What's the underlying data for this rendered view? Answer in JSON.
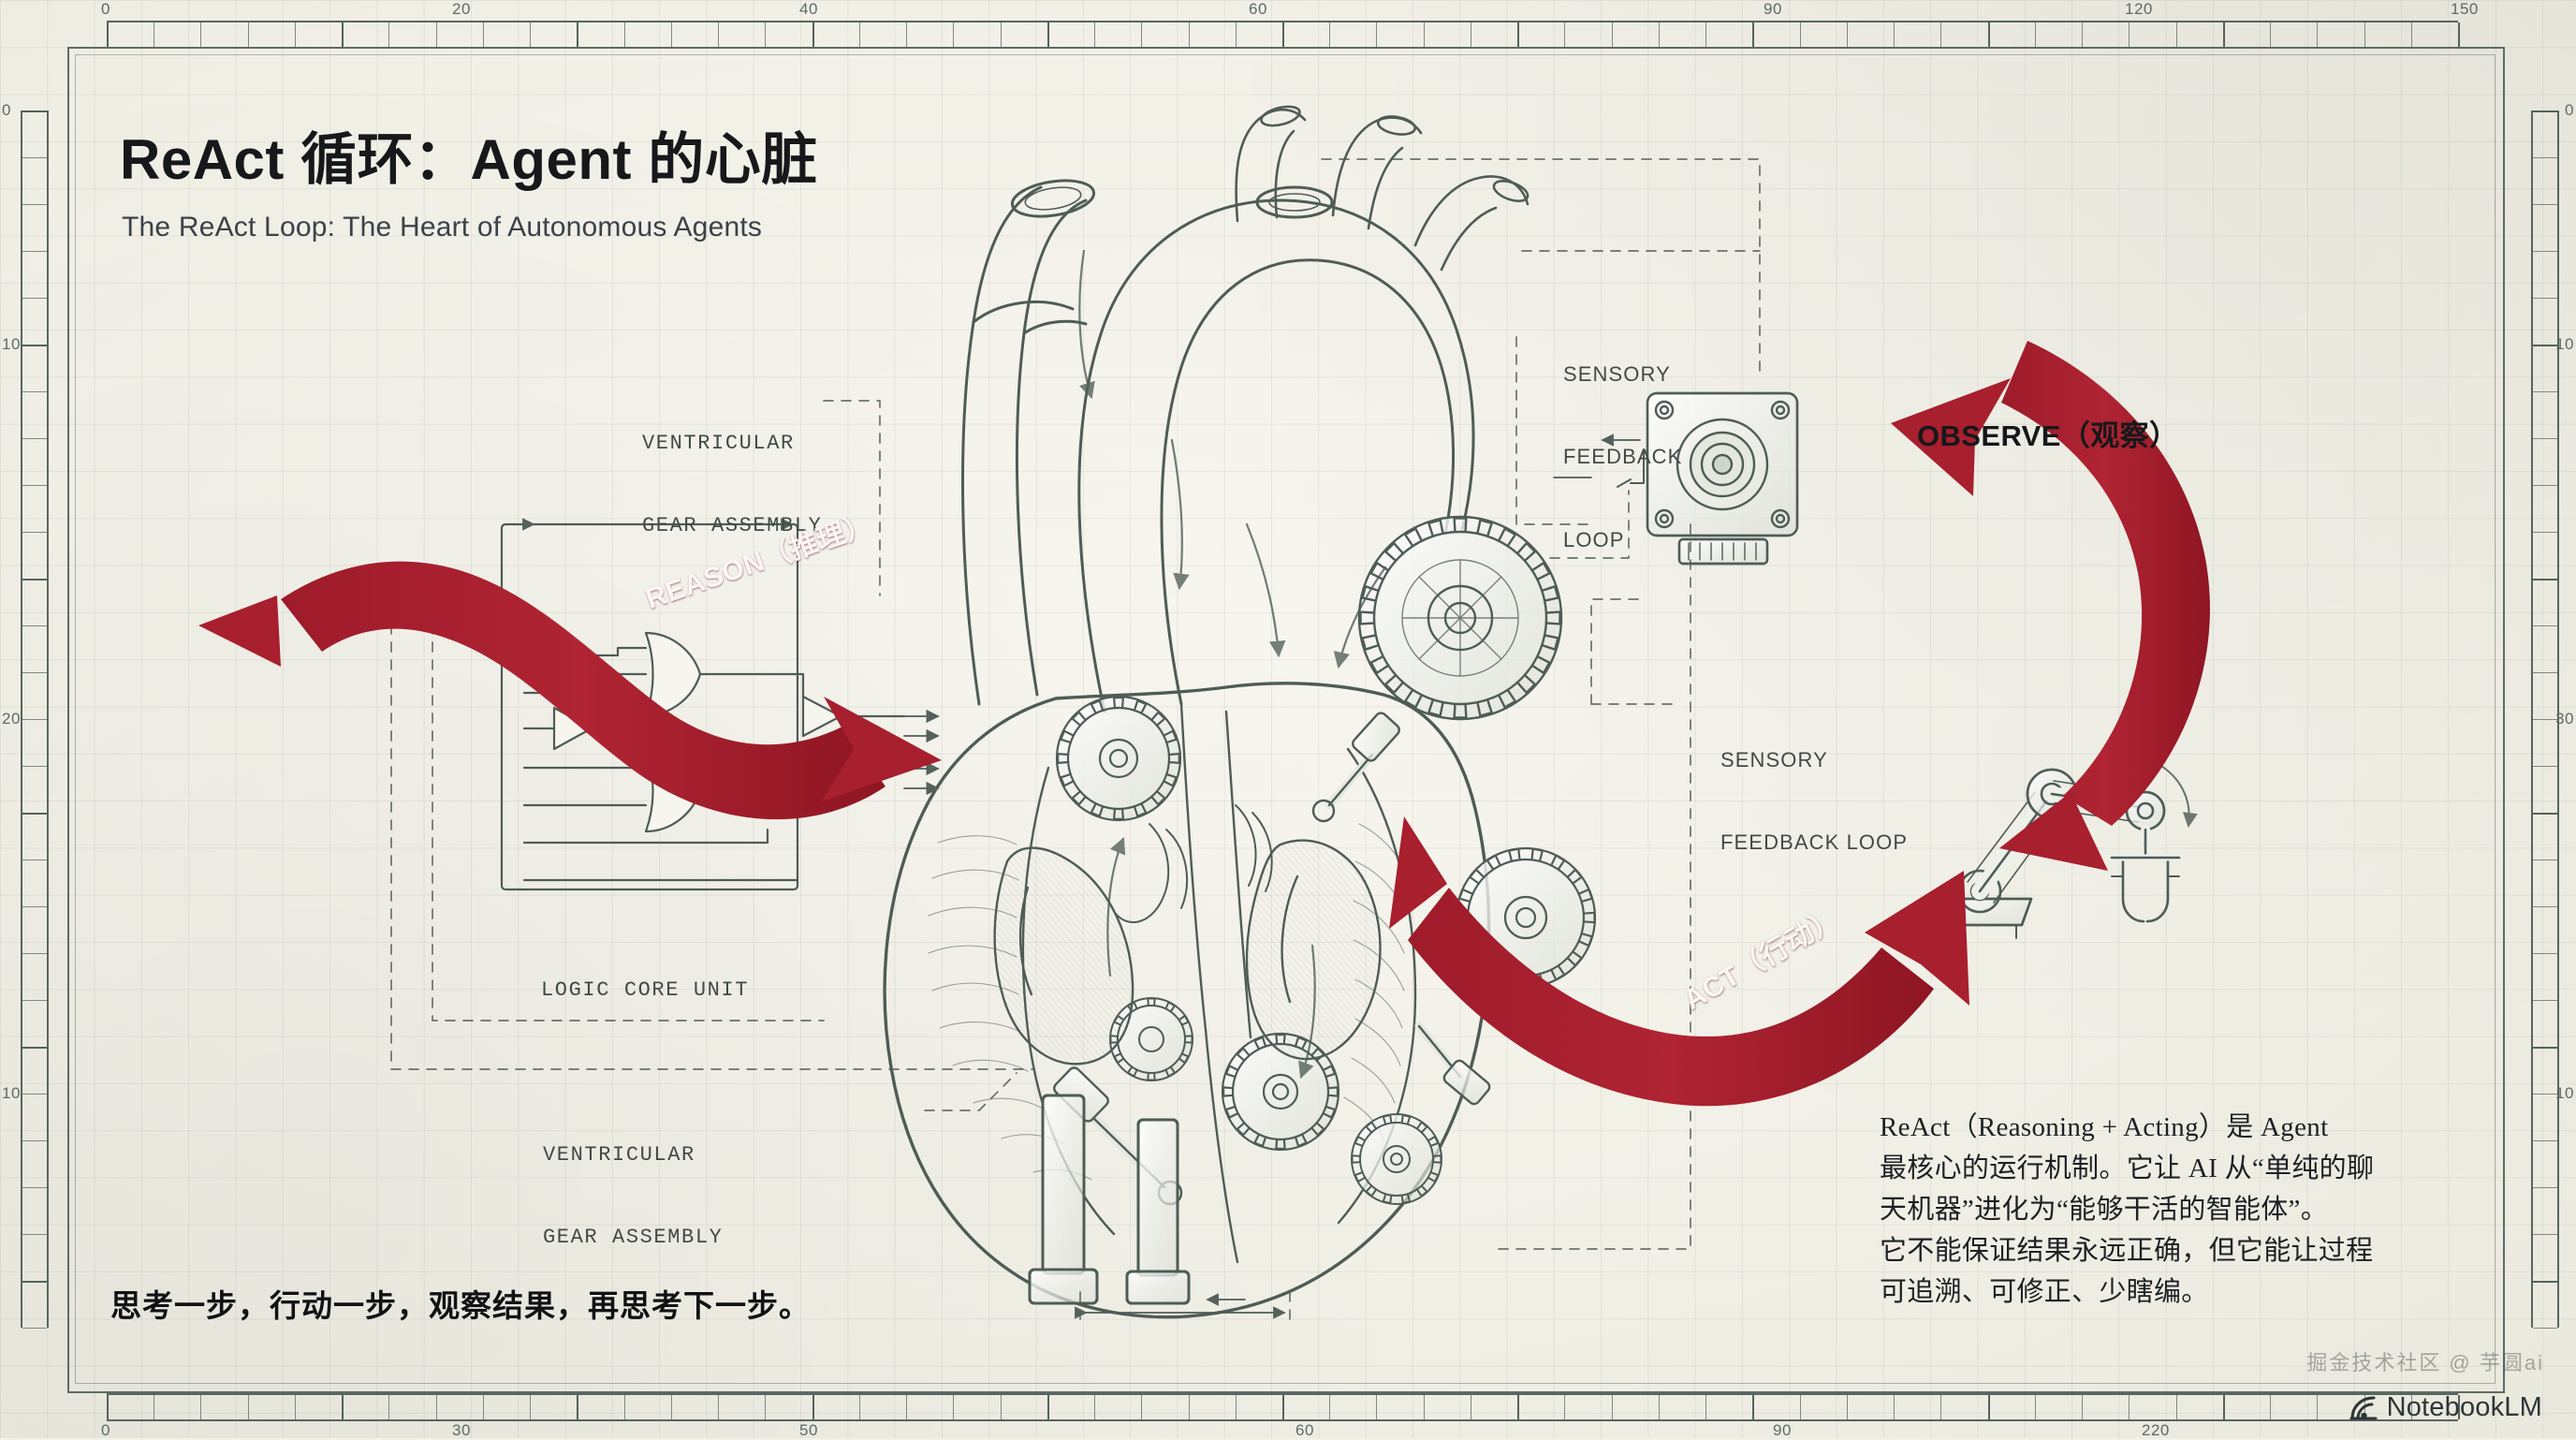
{
  "page": {
    "background_color": "#f2f1e8",
    "ink_color": "#46524d",
    "accent_color": "#a81f2e",
    "title": "ReAct 循环：Agent 的心脏",
    "subtitle": "The ReAct Loop: The Heart of Autonomous Agents",
    "tagline": "思考一步，行动一步，观察结果，再思考下一步。"
  },
  "paragraph": {
    "lines": [
      "ReAct（Reasoning + Acting）是 Agent",
      "最核心的运行机制。它让 AI 从“单纯的聊",
      "天机器”进化为“能够干活的智能体”。",
      "它不能保证结果永远正确，但它能让过程",
      "可追溯、可修正、少瞎编。"
    ]
  },
  "arrows": [
    {
      "id": "reason",
      "label_en": "REASON",
      "label_zh": "（推理）",
      "text": "REASON（推理）",
      "color": "#a81f2e",
      "text_color": "#fdf6f2"
    },
    {
      "id": "act",
      "label_en": "ACT",
      "label_zh": "（行动）",
      "text": "ACT（行动）",
      "color": "#a81f2e",
      "text_color": "#fdf6f2"
    },
    {
      "id": "observe",
      "label_en": "OBSERVE",
      "label_zh": "（观察）",
      "text": "OBSERVE（观察）",
      "color": "#a81f2e",
      "text_color": "#17181a"
    }
  ],
  "callouts": [
    {
      "id": "ventricular-gear-assembly-top",
      "line1": "VENTRICULAR",
      "line2": "GEAR ASSEMBLY",
      "style": "mono"
    },
    {
      "id": "ventricular-gear-assembly-bottom",
      "line1": "VENTRICULAR",
      "line2": "GEAR ASSEMBLY",
      "style": "mono"
    },
    {
      "id": "logic-core-unit",
      "line1": "LOGIC CORE UNIT",
      "line2": "",
      "style": "mono"
    },
    {
      "id": "sensory-feedback-loop-top",
      "line1": "SENSORY",
      "line2": "FEEDBACK",
      "line3": "LOOP",
      "style": "sans"
    },
    {
      "id": "sensory-feedback-loop-mid",
      "line1": "SENSORY",
      "line2": "FEEDBACK LOOP",
      "style": "sans"
    }
  ],
  "rulers": {
    "top": {
      "labels": [
        "0",
        "20",
        "40",
        "60",
        "90",
        "120",
        "150"
      ],
      "positions": [
        114,
        489,
        860,
        1340,
        1890,
        2276,
        2624
      ]
    },
    "bottom": {
      "labels": [
        "0",
        "30",
        "50",
        "60",
        "90",
        "220"
      ],
      "positions": [
        114,
        489,
        860,
        1390,
        1900,
        2294
      ]
    },
    "left": {
      "labels": [
        "0",
        "10",
        "20",
        "10"
      ],
      "positions": [
        118,
        368,
        768,
        1168
      ]
    },
    "right": {
      "labels": [
        "0",
        "10",
        "30",
        "10"
      ],
      "positions": [
        118,
        368,
        768,
        1168
      ]
    }
  },
  "watermark": {
    "community": "掘金技术社区 @ 芋圆ai",
    "brand": "NotebookLM"
  },
  "illustration": {
    "subject": "mechanical-anatomical-heart",
    "modules": [
      "logic-gate-schematic",
      "sensor-module",
      "robot-arm",
      "gear-train",
      "piston-valves"
    ]
  }
}
